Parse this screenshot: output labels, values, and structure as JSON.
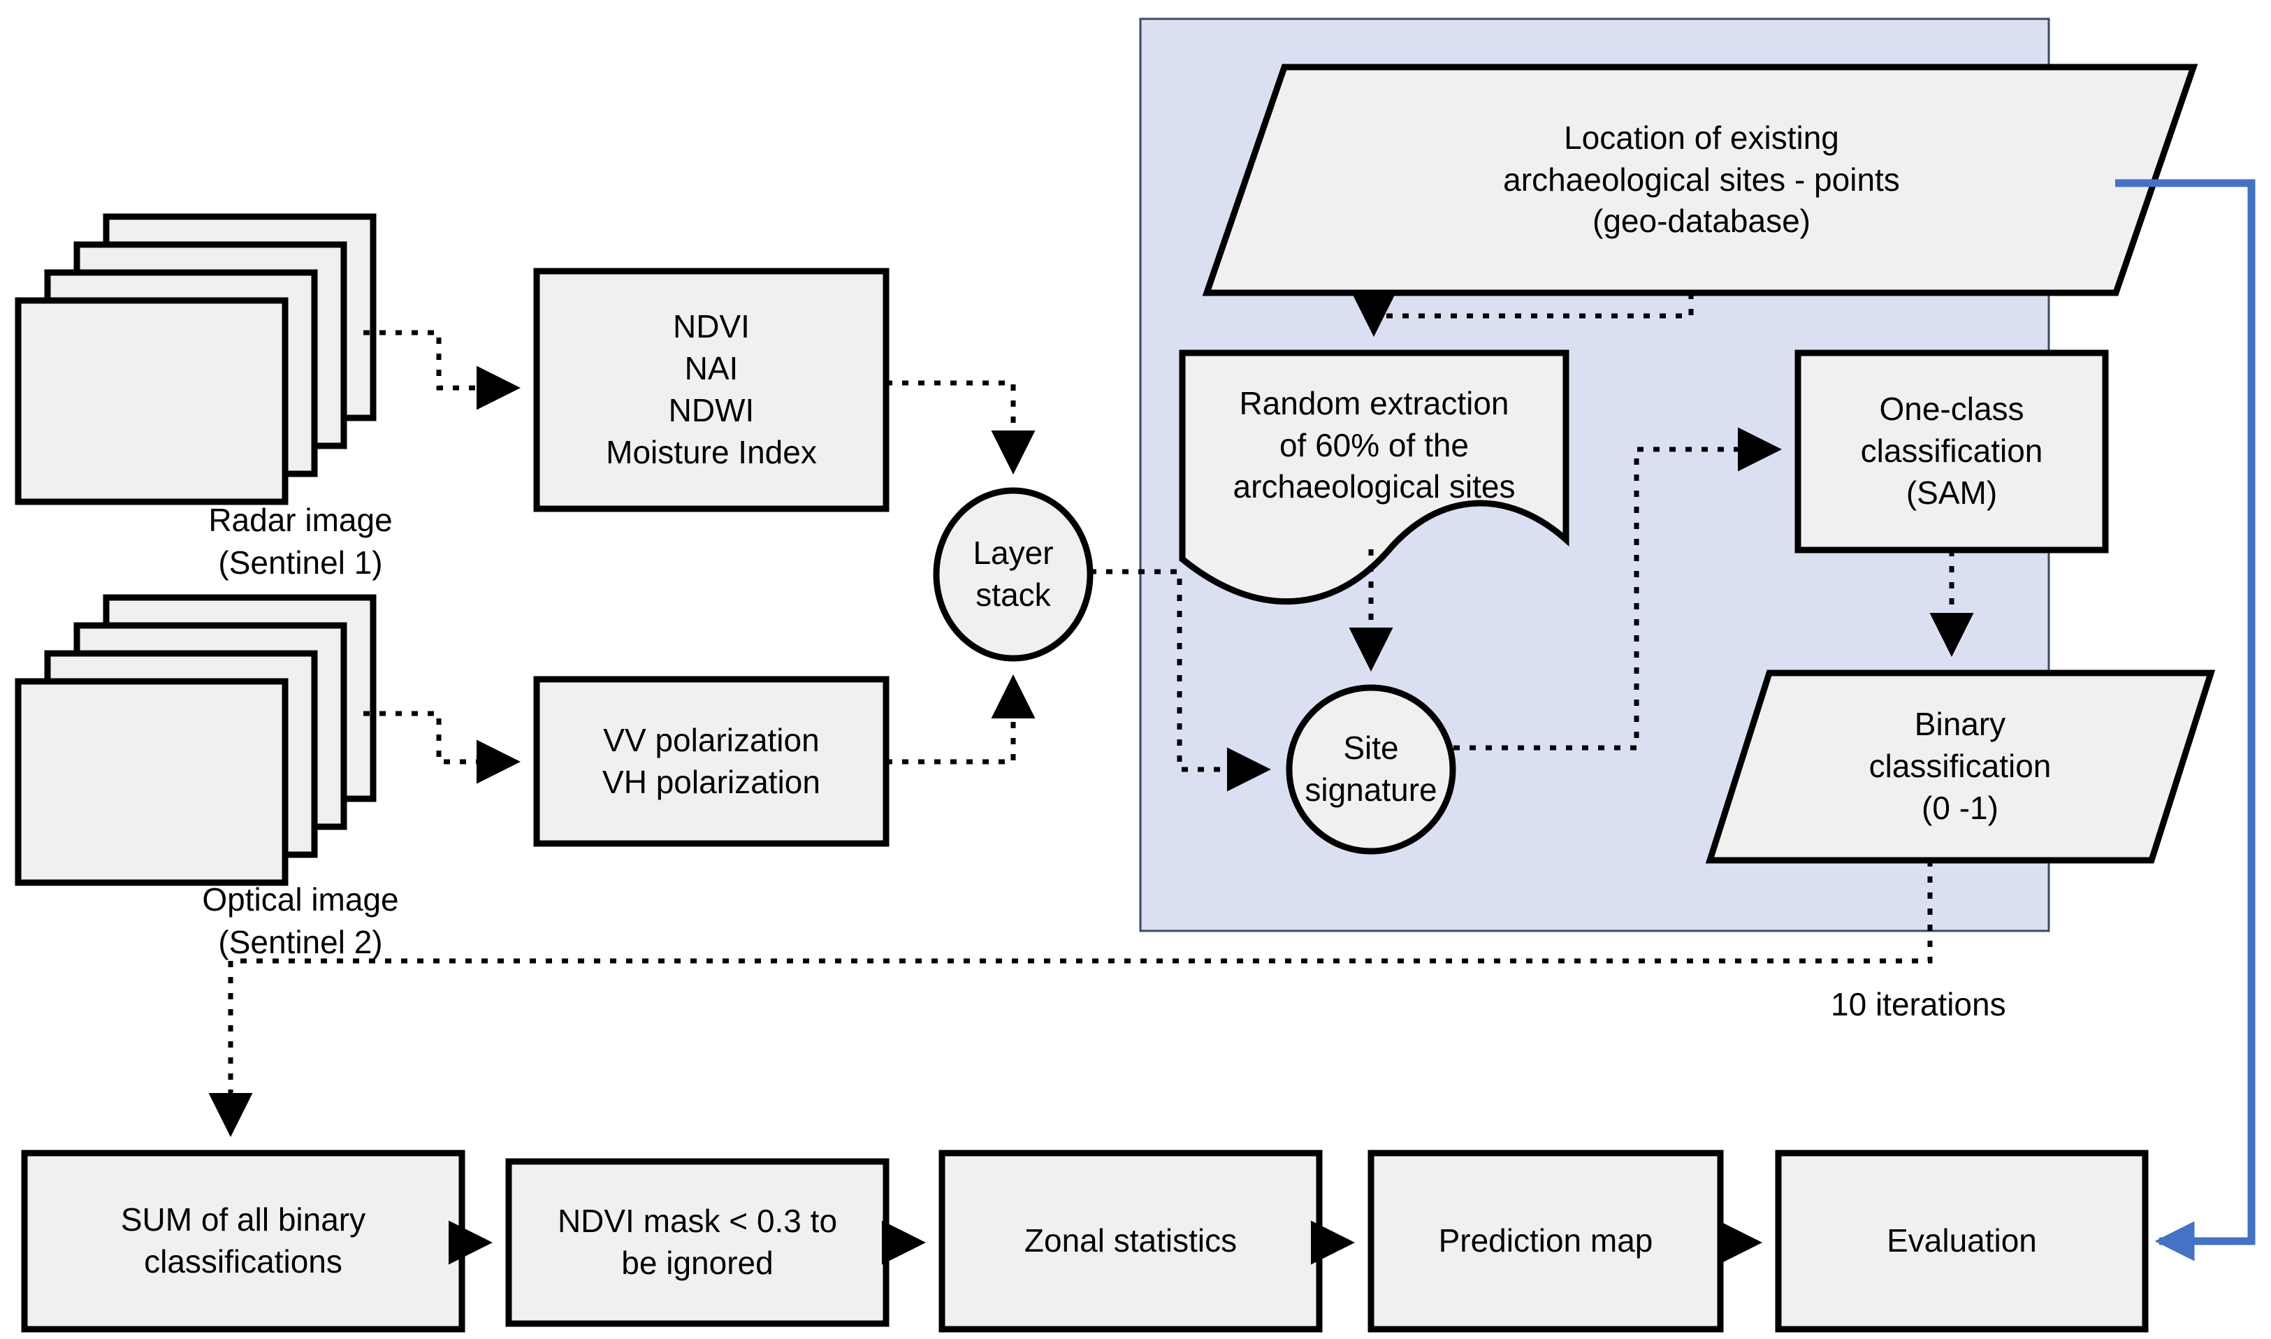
{
  "diagram": {
    "title": "Archaeological site prediction workflow",
    "colors": {
      "panel_fill": "#dae0f2",
      "panel_stroke": "#29324a",
      "node_fill": "#f0f0f0",
      "node_stroke": "#000000",
      "connector": "#000000",
      "feedback_arrow": "#4472c4",
      "background": "#ffffff"
    }
  },
  "inputs": {
    "radar": {
      "caption": "Radar image\n(Sentinel 1)",
      "stack_name": "radar-image-stack"
    },
    "optical": {
      "caption": "Optical image\n(Sentinel 2)",
      "stack_name": "optical-image-stack"
    }
  },
  "nodes": {
    "indices": {
      "label": "NDVI\nNAI\nNDWI\nMoisture Index"
    },
    "polarization": {
      "label": "VV polarization\nVH polarization"
    },
    "layer_stack": {
      "label": "Layer\nstack"
    },
    "geo_database": {
      "label": "Location of existing\narchaeological sites - points\n(geo-database)"
    },
    "random_extraction": {
      "label": "Random extraction\nof 60% of the\narchaeological sites"
    },
    "site_signature": {
      "label": "Site\nsignature"
    },
    "one_class": {
      "label": "One-class\nclassification\n(SAM)"
    },
    "binary_classification": {
      "label": "Binary\nclassification\n(0 -1)"
    },
    "sum_binary": {
      "label": "SUM of all binary\nclassifications"
    },
    "ndvi_mask": {
      "label": "NDVI mask < 0.3 to\nbe ignored"
    },
    "zonal_statistics": {
      "label": "Zonal statistics"
    },
    "prediction_map": {
      "label": "Prediction map"
    },
    "evaluation": {
      "label": "Evaluation"
    }
  },
  "annotations": {
    "iterations": "10 iterations"
  }
}
